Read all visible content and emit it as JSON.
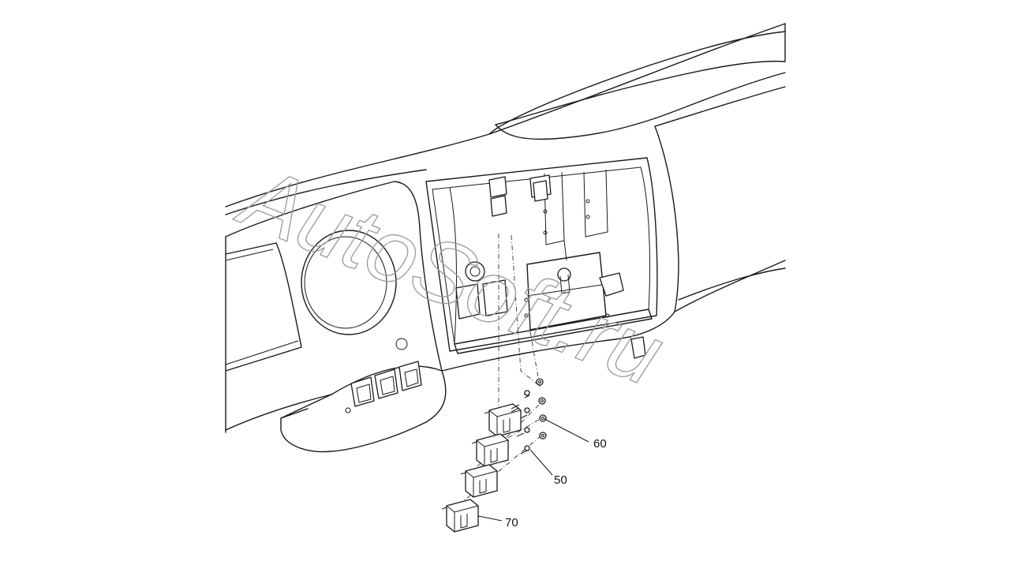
{
  "diagram": {
    "callouts": [
      {
        "id": "callout-60",
        "label": "60"
      },
      {
        "id": "callout-50",
        "label": "50"
      },
      {
        "id": "callout-70",
        "label": "70"
      }
    ]
  },
  "watermark": {
    "text": "AutoSoft.ru"
  },
  "colors": {
    "line": "#1a1a1a",
    "background": "#ffffff",
    "watermark": "#9a9a9a"
  }
}
